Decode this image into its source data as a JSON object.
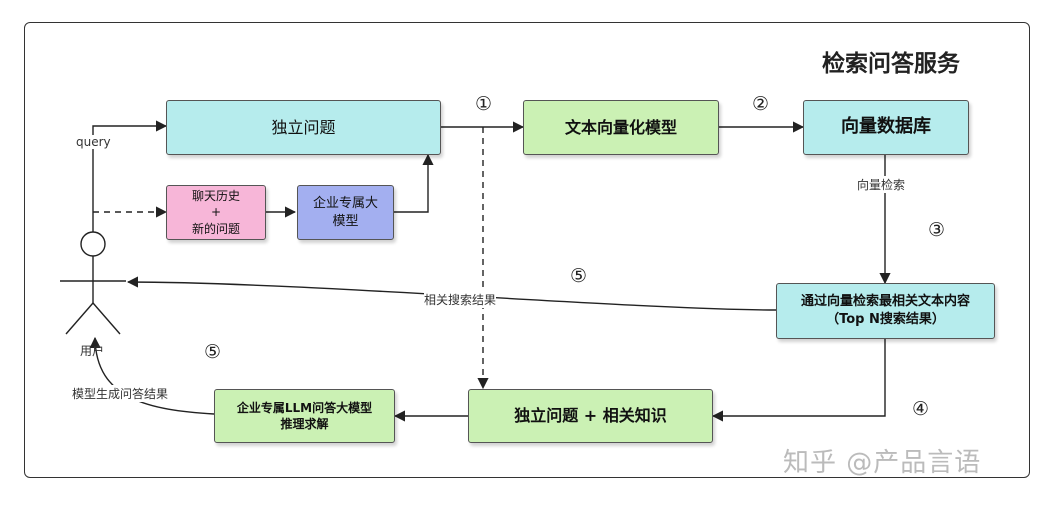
{
  "title": "检索问答服务",
  "nodes": {
    "independent_question": "独立问题",
    "text_vector_model": "文本向量化模型",
    "vector_db": "向量数据库",
    "chat_history": "聊天历史\n+\n新的问题",
    "enterprise_model": "企业专属大\n模型",
    "retrieval_result": "通过向量检索最相关文本内容\n（Top N搜索结果）",
    "question_plus_knowledge": "独立问题 + 相关知识",
    "llm_inference": "企业专属LLM问答大模型\n推理求解"
  },
  "labels": {
    "query": "query",
    "vector_search": "向量检索",
    "related_results": "相关搜索结果",
    "model_answer": "模型生成问答结果",
    "user": "用户"
  },
  "steps": {
    "s1": "①",
    "s2": "②",
    "s3": "③",
    "s4": "④",
    "s5a": "⑤",
    "s5b": "⑤"
  },
  "watermark": "知乎 @产品言语"
}
